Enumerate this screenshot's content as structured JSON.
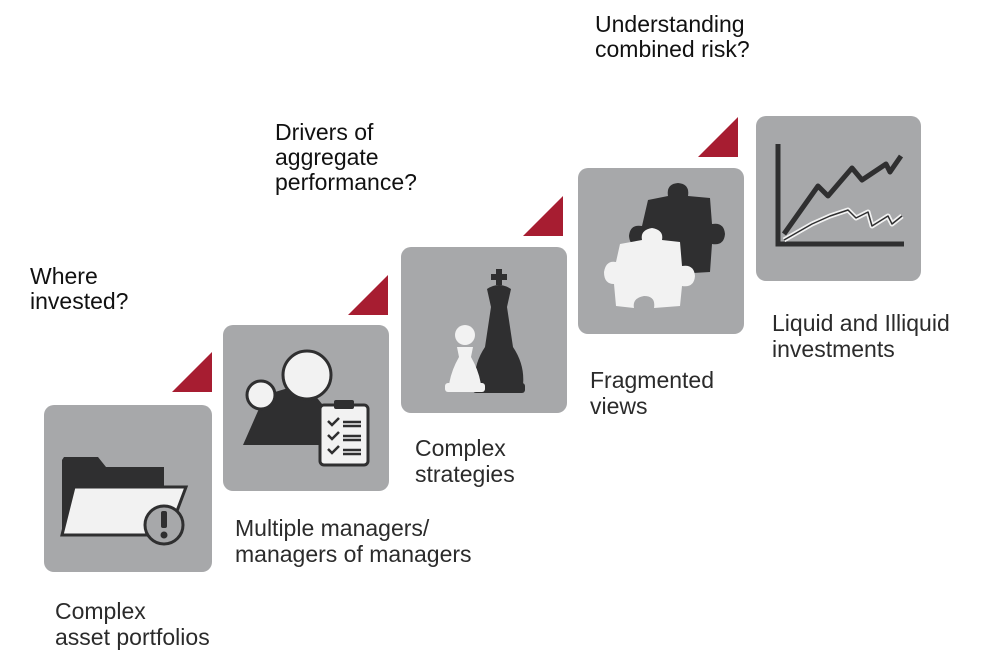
{
  "colors": {
    "tile": "#a7a8aa",
    "accent": "#a71d31",
    "icon_dark": "#2f2f30",
    "icon_light": "#f2f2f2",
    "text": "#2b2b2b"
  },
  "steps": [
    {
      "icon": "folder-alert-icon",
      "label": "Complex\nasset portfolios"
    },
    {
      "icon": "managers-clipboard-icon",
      "label": "Multiple managers/\nmanagers of managers"
    },
    {
      "icon": "chess-pieces-icon",
      "label": "Complex\nstrategies"
    },
    {
      "icon": "puzzle-pieces-icon",
      "label": "Fragmented\nviews"
    },
    {
      "icon": "line-chart-icon",
      "label": "Liquid and Illiquid\ninvestments"
    }
  ],
  "questions": [
    {
      "text": "Where\ninvested?"
    },
    {
      "text": "Drivers of\naggregate\nperformance?"
    },
    {
      "text": "Understanding\ncombined risk?"
    }
  ]
}
